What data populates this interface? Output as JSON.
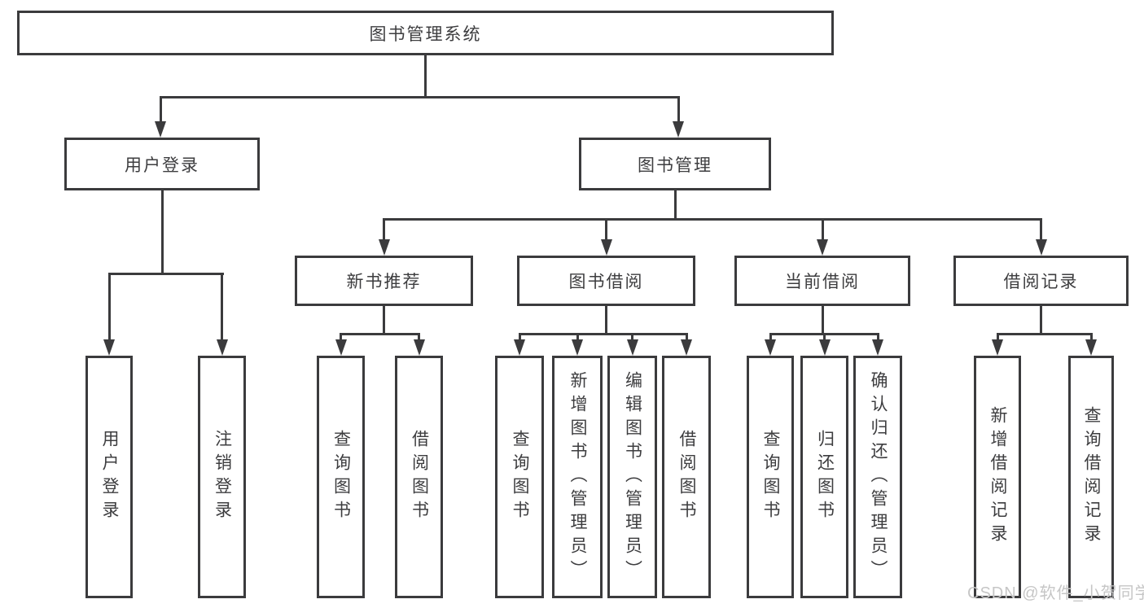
{
  "colors": {
    "line": "#3b3b3d",
    "text": "#3d3d3f",
    "background": "#ffffff",
    "watermark": "#c6c6c6"
  },
  "diagram": {
    "root": {
      "label": "图书管理系统"
    },
    "branches": [
      {
        "label": "用户登录",
        "children": [
          {
            "label": "用户登录"
          },
          {
            "label": "注销登录"
          }
        ]
      },
      {
        "label": "图书管理",
        "children": [
          {
            "label": "新书推荐",
            "children": [
              {
                "label": "查询图书"
              },
              {
                "label": "借阅图书"
              }
            ]
          },
          {
            "label": "图书借阅",
            "children": [
              {
                "label": "查询图书"
              },
              {
                "label": "新增图书（管理员）"
              },
              {
                "label": "编辑图书（管理员）"
              },
              {
                "label": "借阅图书"
              }
            ]
          },
          {
            "label": "当前借阅",
            "children": [
              {
                "label": "查询图书"
              },
              {
                "label": "归还图书"
              },
              {
                "label": "确认归还（管理员）"
              }
            ]
          },
          {
            "label": "借阅记录",
            "children": [
              {
                "label": "新增借阅记录"
              },
              {
                "label": "查询借阅记录"
              }
            ]
          }
        ]
      }
    ]
  },
  "watermark": {
    "text": "CSDN @软件_小贺同学"
  }
}
